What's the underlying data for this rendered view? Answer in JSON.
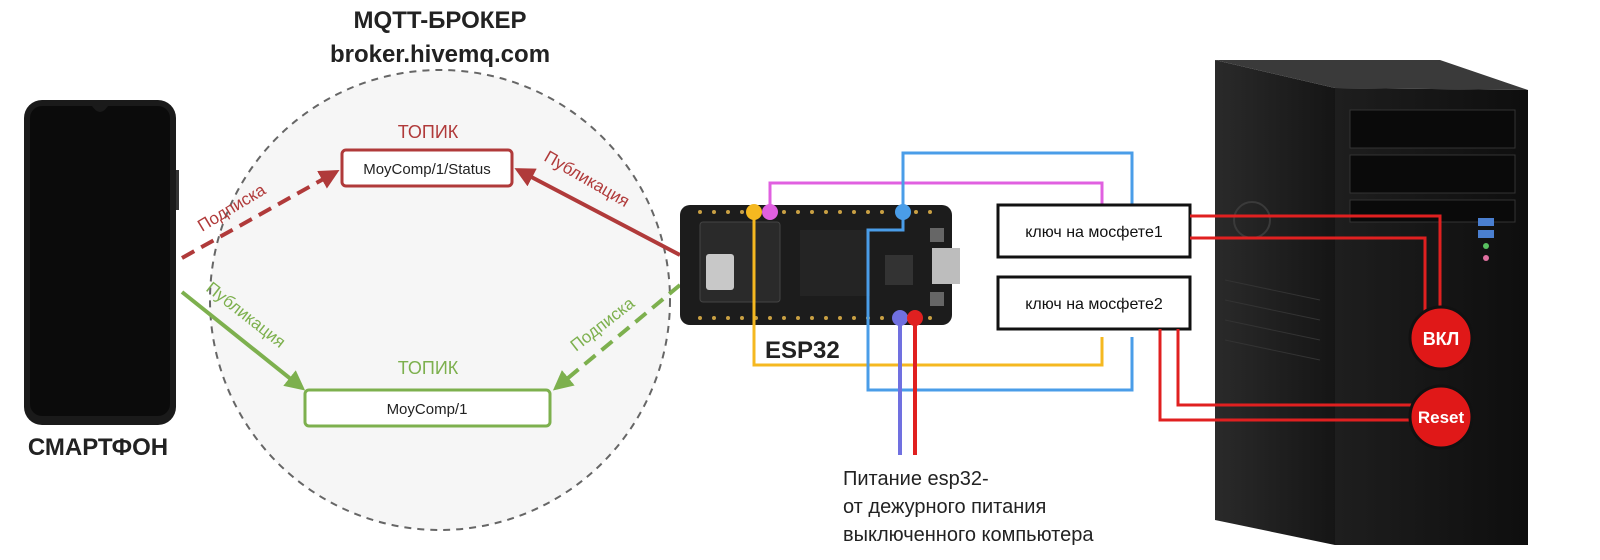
{
  "broker": {
    "title": "MQTT-БРОКЕР",
    "host": "broker.hivemq.com"
  },
  "smartphone_label": "СМАРТФОН",
  "topics": {
    "status": {
      "caption": "ТОПИК",
      "name": "MoyComp/1/Status"
    },
    "command": {
      "caption": "ТОПИК",
      "name": "MoyComp/1"
    }
  },
  "arrows": {
    "phone_subscribe": "Подписка",
    "esp_publish": "Публикация",
    "phone_publish": "Публикация",
    "esp_subscribe": "Подписка"
  },
  "esp32_label": "ESP32",
  "mosfet": {
    "key1": "ключ на мосфете1",
    "key2": "ключ на мосфете2"
  },
  "pc_buttons": {
    "power": "ВКЛ",
    "reset": "Reset"
  },
  "power_note": [
    "Питание esp32-",
    "от дежурного питания",
    "выключенного компьютера"
  ],
  "colors": {
    "red": "#b03a3a",
    "green": "#7db04e",
    "wire_red": "#e02020",
    "wire_blue": "#4a9de8",
    "wire_yellow": "#f5b820",
    "wire_pink": "#e060e0",
    "wire_violet": "#7070e0",
    "button_red": "#e01818"
  }
}
